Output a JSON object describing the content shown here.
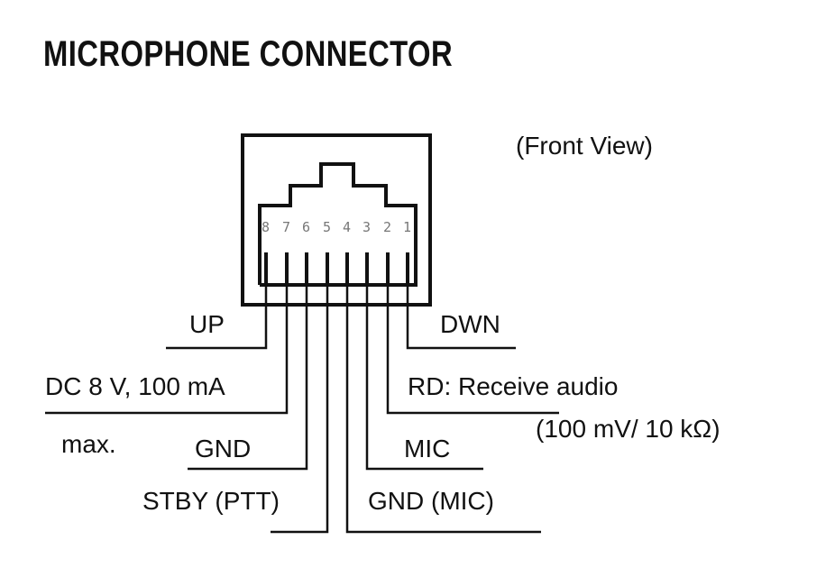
{
  "title": "MICROPHONE CONNECTOR",
  "view_note": "(Front View)",
  "pin_numbers": [
    "8",
    "7",
    "6",
    "5",
    "4",
    "3",
    "2",
    "1"
  ],
  "pins": [
    {
      "pin": "8",
      "label": "UP"
    },
    {
      "pin": "7",
      "label": "DC 8 V, 100 mA",
      "note": "max."
    },
    {
      "pin": "6",
      "label": "GND"
    },
    {
      "pin": "5",
      "label": "STBY (PTT)"
    },
    {
      "pin": "4",
      "label": "GND (MIC)"
    },
    {
      "pin": "3",
      "label": "MIC"
    },
    {
      "pin": "2",
      "label": "RD: Receive audio",
      "note": "(100 mV/ 10 kΩ)"
    },
    {
      "pin": "1",
      "label": "DWN"
    }
  ]
}
